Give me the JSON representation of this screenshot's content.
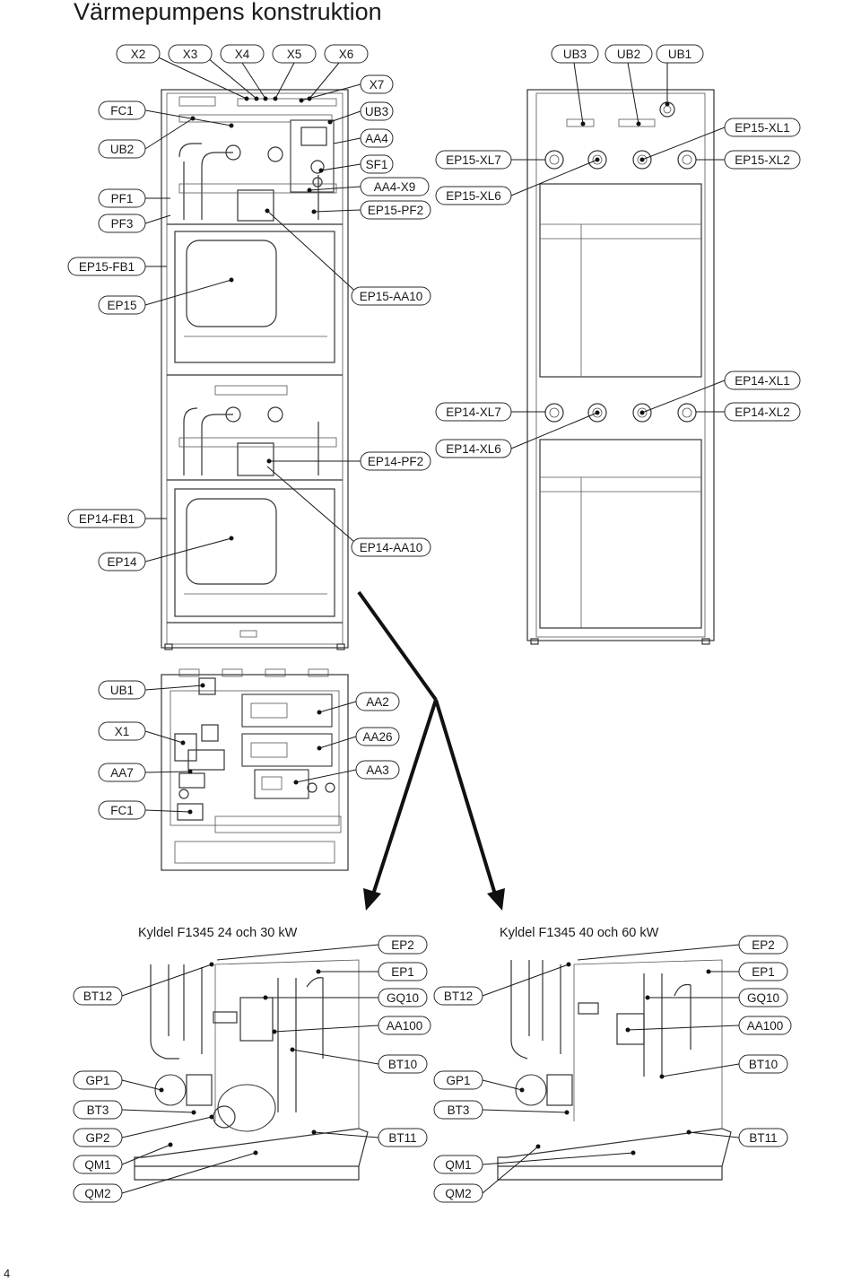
{
  "page": {
    "title": "Värmepumpens konstruktion",
    "page_number": "4"
  },
  "captions": {
    "small_unit": "Kyldel F1345 24 och 30 kW",
    "large_unit": "Kyldel F1345 40 och 60 kW"
  },
  "labels": {
    "x2": "X2",
    "x3": "X3",
    "x4": "X4",
    "x5": "X5",
    "x6": "X6",
    "ub3_top": "UB3",
    "ub2_top": "UB2",
    "ub1_top": "UB1",
    "fc1": "FC1",
    "x7": "X7",
    "ub3": "UB3",
    "ub2": "UB2",
    "aa4": "AA4",
    "sf1": "SF1",
    "aa4_x9": "AA4-X9",
    "pf1": "PF1",
    "pf3": "PF3",
    "ep15_pf2": "EP15-PF2",
    "ep15_xl7": "EP15-XL7",
    "ep15_xl6": "EP15-XL6",
    "ep15_xl1": "EP15-XL1",
    "ep15_xl2": "EP15-XL2",
    "ep15_fb1": "EP15-FB1",
    "ep15": "EP15",
    "ep15_aa10": "EP15-AA10",
    "ep14_xl1": "EP14-XL1",
    "ep14_xl7": "EP14-XL7",
    "ep14_xl2": "EP14-XL2",
    "ep14_pf2": "EP14-PF2",
    "ep14_xl6": "EP14-XL6",
    "ep14_fb1": "EP14-FB1",
    "ep14": "EP14",
    "ep14_aa10": "EP14-AA10",
    "ub1": "UB1",
    "x1": "X1",
    "aa7": "AA7",
    "fc1_lower": "FC1",
    "aa2": "AA2",
    "aa26": "AA26",
    "aa3": "AA3",
    "l_ep2": "EP2",
    "l_ep1": "EP1",
    "l_bt12": "BT12",
    "l_gq10": "GQ10",
    "l_aa100": "AA100",
    "l_bt10": "BT10",
    "l_gp1": "GP1",
    "l_bt3": "BT3",
    "l_gp2": "GP2",
    "l_bt11": "BT11",
    "l_qm1": "QM1",
    "l_qm2": "QM2",
    "r_ep2": "EP2",
    "r_ep1": "EP1",
    "r_bt12": "BT12",
    "r_gq10": "GQ10",
    "r_aa100": "AA100",
    "r_bt10": "BT10",
    "r_gp1": "GP1",
    "r_bt3": "BT3",
    "r_bt11": "BT11",
    "r_qm1": "QM1",
    "r_qm2": "QM2"
  },
  "colors": {
    "line": "#1a1a1a",
    "box_border": "#2a2a2a",
    "background": "#ffffff"
  }
}
